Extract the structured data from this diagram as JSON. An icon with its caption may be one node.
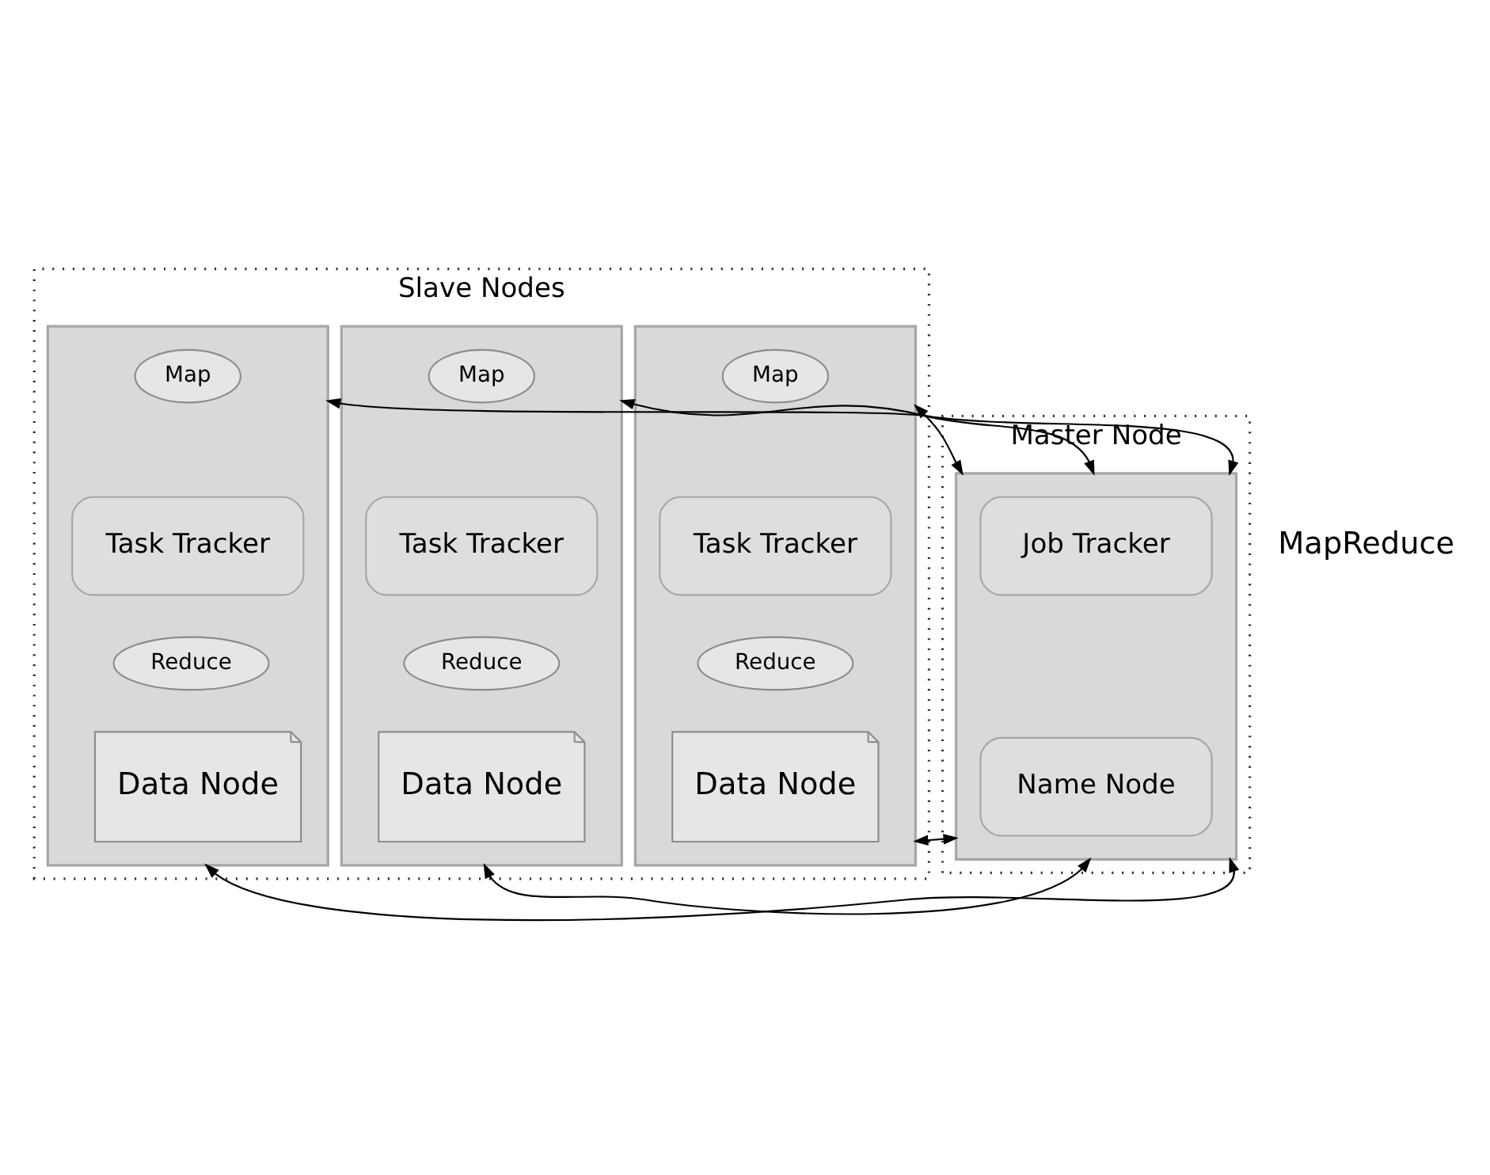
{
  "diagram": {
    "nodes": [
      {
        "text": [
          "Master Node"
        ]
      },
      {
        "text": [
          "Slave Nodes"
        ]
      },
      {
        "text": [],
        "shape": "box",
        "in": 0
      },
      {
        "text": [
          "Job Tracker"
        ],
        "in": 2
      },
      {
        "text": [
          "Name Node"
        ],
        "in": 2
      },
      {
        "text": [],
        "shape": "box",
        "in": 1
      },
      {
        "text": [
          "Map"
        ],
        "in": 5
      },
      {
        "text": [
          "Task Tracker"
        ],
        "in": 5
      },
      {
        "text": [
          "Reduce"
        ],
        "in": 5
      },
      {
        "text": [
          "Data Node"
        ],
        "in": 5
      },
      {
        "text": [],
        "shape": "box",
        "in": 1
      },
      {
        "text": [
          "Map"
        ],
        "in": 10
      },
      {
        "text": [
          "Task Tracker"
        ],
        "in": 10
      },
      {
        "text": [
          "Reduce"
        ],
        "in": 10
      },
      {
        "text": [
          "Data Node"
        ],
        "in": 10
      },
      {
        "text": [],
        "shape": "box",
        "in": 1
      },
      {
        "text": [
          "Map"
        ],
        "in": 15
      },
      {
        "text": [
          "Task Tracker"
        ],
        "in": 15
      },
      {
        "text": [
          "Reduce"
        ],
        "in": 15
      },
      {
        "text": [
          "Data Node"
        ],
        "in": 15
      }
    ],
    "edges": [
      {
        "from": 2,
        "to": 5,
        "arrow": "both"
      },
      {
        "from": 2,
        "to": 10,
        "arrow": "both"
      },
      {
        "from": 2,
        "to": 15,
        "arrow": "both"
      },
      {
        "from": 2,
        "to": 5,
        "arrow": "both"
      },
      {
        "from": 2,
        "to": 10,
        "arrow": "both"
      },
      {
        "from": 2,
        "to": 15,
        "arrow": "both"
      }
    ],
    "labels": [
      "MapReduce"
    ]
  }
}
